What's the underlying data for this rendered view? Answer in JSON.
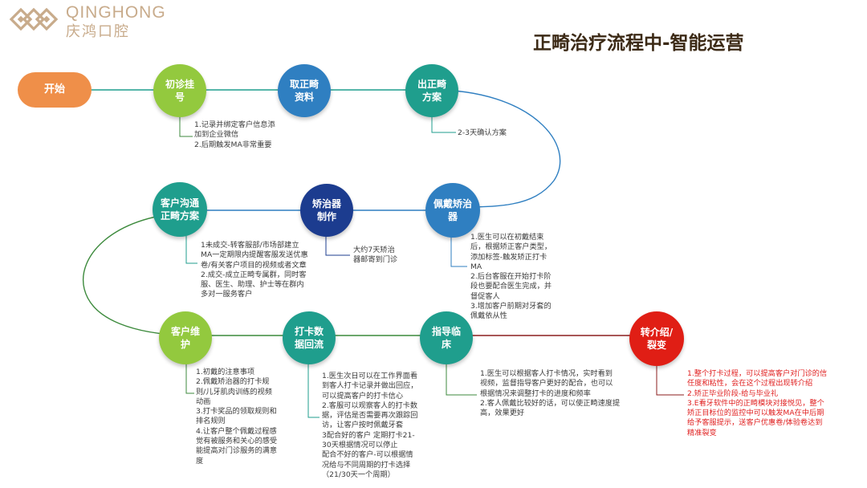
{
  "logo": {
    "en": "QINGHONG",
    "cn": "庆鸿口腔",
    "icon": "qinghong-logo-mark"
  },
  "title": "正畸治疗流程中-智能运营",
  "colors": {
    "start": "#ef8f49",
    "green": "#93c93e",
    "blue": "#2f7fc1",
    "teal": "#1f9e8d",
    "navy": "#1c3c8f",
    "red": "#e01e15",
    "line_teal": "#1f9e8d",
    "line_blue": "#2f7fc1",
    "line_green": "#3c8a3c",
    "line_red": "#8b1e1e",
    "note_text": "#3a3a3a",
    "red_text": "#e02020"
  },
  "nodes": {
    "start": "开始",
    "first_visit": "初诊挂号",
    "records": "取正畸资料",
    "plan": "出正畸方案",
    "communicate": "客户沟通正畸方案",
    "appliance": "矫治器制作",
    "wearing": "佩戴矫治器",
    "maintain": "客户维护",
    "checkin": "打卡数据回流",
    "guidance": "指导临床",
    "referral": "转介绍/裂变"
  },
  "notes": {
    "first_visit": "1.记录并绑定客户信息添\n加到企业微信\n2.后期触发MA非常重要",
    "plan": "2-3天确认方案",
    "communicate": "1未成交-转客服部/市场部建立\nMA一定期限内提醒客服发送优惠\n卷/有关客户项目的视频或者文章\n2.成交-成立正畸专属群，同时客\n服、医生、助理、护士等在群内\n多对一服务客户",
    "appliance": "大约7天矫治\n器邮寄到门诊",
    "wearing": "1.医生可以在初戴结束\n后，根据矫正客户类型，\n添加标签-触发矫正打卡\nMA\n2.后台客服在开始打卡阶\n段也要配合医生完成，并\n督促客人\n3.增加客户前期对牙套的\n佩戴依从性",
    "maintain": "1.初戴的注意事项\n2.佩戴矫治器的打卡规\n则/儿牙肌肉训练的视频\n动画\n3.打卡奖品的领取规则和\n排名规则\n4.让客户整个佩戴过程感\n觉有被服务和关心的感受\n能提高对门诊服务的满意\n度",
    "checkin": "1.医生次日可以在工作界面看\n到客人打卡记录并做出回应，\n可以提高客户的打卡信心\n2.客服可以观察客人的打卡数\n据，评估是否需要再次跟踪回\n访，让客户按时佩戴牙套\n3配合好的客户 定期打卡21-\n30天根据情况可以停止\n  配合不好的客户-可以根据情\n况给与不同周期的打卡选择\n  （21/30天一个周期）",
    "guidance": "1.医生可以根据客人打卡情况，实时看到\n视频，监督指导客户更好的配合，也可以\n根据情况来调整打卡的进度和频率\n2.客人佩戴比较好的话，可以使正畸速度提\n高，效果更好",
    "referral": "1.整个打卡过程，可以提高客户对门诊的信\n任度和粘性，会在这个过程出现转介绍\n2.矫正毕业阶段-给与毕业礼\n3.E看牙软件中的正畸模块对接悦见，整个\n矫正目标位的监控中可以触发MA在中后期\n给予客服提示，送客户优惠卷/体验卷达到\n精准裂变"
  }
}
